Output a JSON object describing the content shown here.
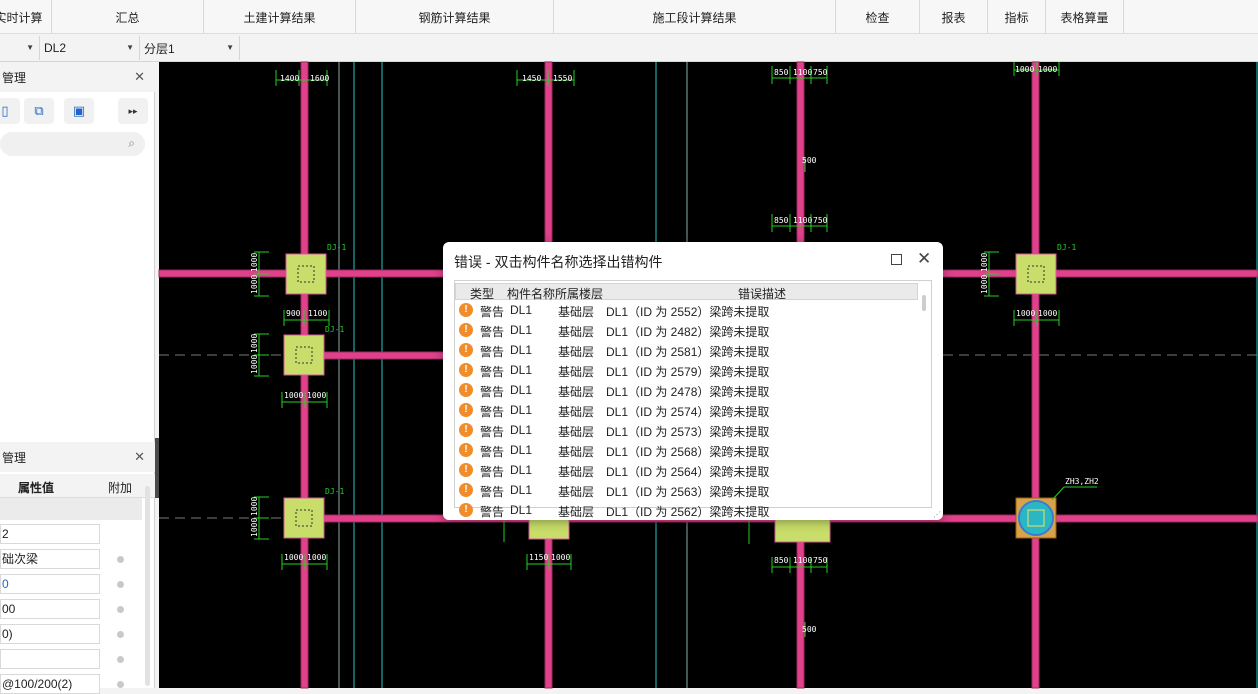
{
  "ribbon": {
    "groups": [
      "实时计算",
      "汇总",
      "土建计算结果",
      "钢筋计算结果",
      "施工段计算结果",
      "检查",
      "报表",
      "指标",
      "表格算量"
    ]
  },
  "selectors": {
    "component": "DL2",
    "layer": "分层1"
  },
  "left_panel": {
    "top_title": "管理",
    "bottom_title": "管理",
    "prop_header_value": "属性值",
    "prop_header_extra": "附加",
    "prop_values": [
      "2",
      "础次梁",
      "0",
      "00",
      "0)",
      "",
      "@100/200(2)"
    ]
  },
  "canvas": {
    "dims_top": [
      "1400",
      "1600",
      "1450",
      "1550",
      "850",
      "1100",
      "750",
      "1000",
      "1000"
    ],
    "dims_mid": [
      "850",
      "1100",
      "750",
      "500"
    ],
    "dims_side": [
      "1000",
      "1000",
      "900",
      "1100",
      "1000",
      "1000"
    ],
    "labels": [
      "DJ-1",
      "DJ-1",
      "DJ-1",
      "DJ-1",
      "ZH3,ZH2"
    ],
    "dims_bottom": [
      "1000",
      "1000",
      "1000",
      "1000",
      "850",
      "1100",
      "750",
      "500",
      "1150",
      "1000"
    ]
  },
  "dialog": {
    "title": "错误 - 双击构件名称选择出错构件",
    "columns": [
      "类型",
      "构件名称",
      "所属楼层",
      "错误描述"
    ],
    "rows": [
      {
        "type": "警告",
        "name": "DL1",
        "floor": "基础层",
        "desc": "DL1（ID 为 2552）梁跨未提取"
      },
      {
        "type": "警告",
        "name": "DL1",
        "floor": "基础层",
        "desc": "DL1（ID 为 2482）梁跨未提取"
      },
      {
        "type": "警告",
        "name": "DL1",
        "floor": "基础层",
        "desc": "DL1（ID 为 2581）梁跨未提取"
      },
      {
        "type": "警告",
        "name": "DL1",
        "floor": "基础层",
        "desc": "DL1（ID 为 2579）梁跨未提取"
      },
      {
        "type": "警告",
        "name": "DL1",
        "floor": "基础层",
        "desc": "DL1（ID 为 2478）梁跨未提取"
      },
      {
        "type": "警告",
        "name": "DL1",
        "floor": "基础层",
        "desc": "DL1（ID 为 2574）梁跨未提取"
      },
      {
        "type": "警告",
        "name": "DL1",
        "floor": "基础层",
        "desc": "DL1（ID 为 2573）梁跨未提取"
      },
      {
        "type": "警告",
        "name": "DL1",
        "floor": "基础层",
        "desc": "DL1（ID 为 2568）梁跨未提取"
      },
      {
        "type": "警告",
        "name": "DL1",
        "floor": "基础层",
        "desc": "DL1（ID 为 2564）梁跨未提取"
      },
      {
        "type": "警告",
        "name": "DL1",
        "floor": "基础层",
        "desc": "DL1（ID 为 2563）梁跨未提取"
      },
      {
        "type": "警告",
        "name": "DL1",
        "floor": "基础层",
        "desc": "DL1（ID 为 2562）梁跨未提取"
      }
    ]
  },
  "colors": {
    "beam": "#e0418a",
    "dim": "#22d122",
    "axis": "#2bc4c4",
    "pad": "#c9de6a",
    "warn": "#f08d2a"
  }
}
